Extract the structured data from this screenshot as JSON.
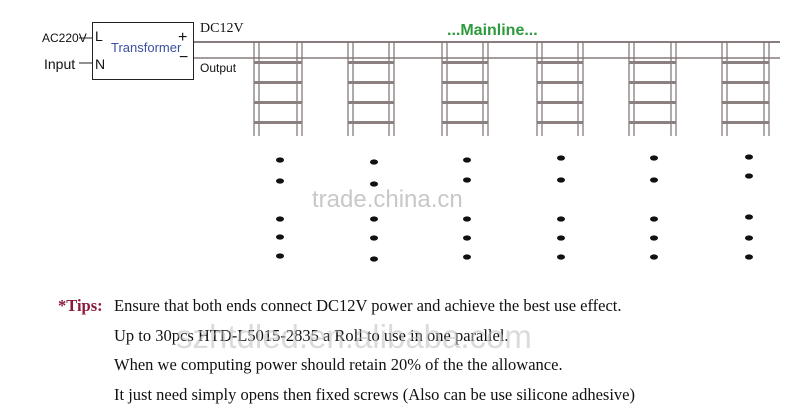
{
  "input": {
    "voltage_label": "AC220V",
    "input_label": "Input",
    "terminal_l": "L",
    "terminal_n": "N"
  },
  "transformer": {
    "label": "Transformer",
    "plus": "+",
    "minus": "−"
  },
  "output": {
    "dc_label": "DC12V",
    "output_label": "Output"
  },
  "mainline": {
    "label": "...Mainline..."
  },
  "strips": {
    "count": 6,
    "rungs_per_strip": 4
  },
  "watermarks": {
    "center": "trade.china.cn",
    "tips_overlay": "szhtdled.en.alibaba.com"
  },
  "tips": {
    "key": "*Tips:",
    "lines": [
      "Ensure that both ends connect DC12V power and achieve the best use effect.",
      "Up to 30pcs HTD-L5015-2835 a Roll to use in one parallel.",
      "When we computing power should retain 20% of the the allowance.",
      "It just need simply opens then fixed screws (Also can be use silicone adhesive)"
    ]
  },
  "colors": {
    "mainline_green": "#2e9a3e",
    "transformer_text": "#3c4fa0",
    "tips_key": "#8b1a3a",
    "watermark": "#c8c8c8"
  }
}
